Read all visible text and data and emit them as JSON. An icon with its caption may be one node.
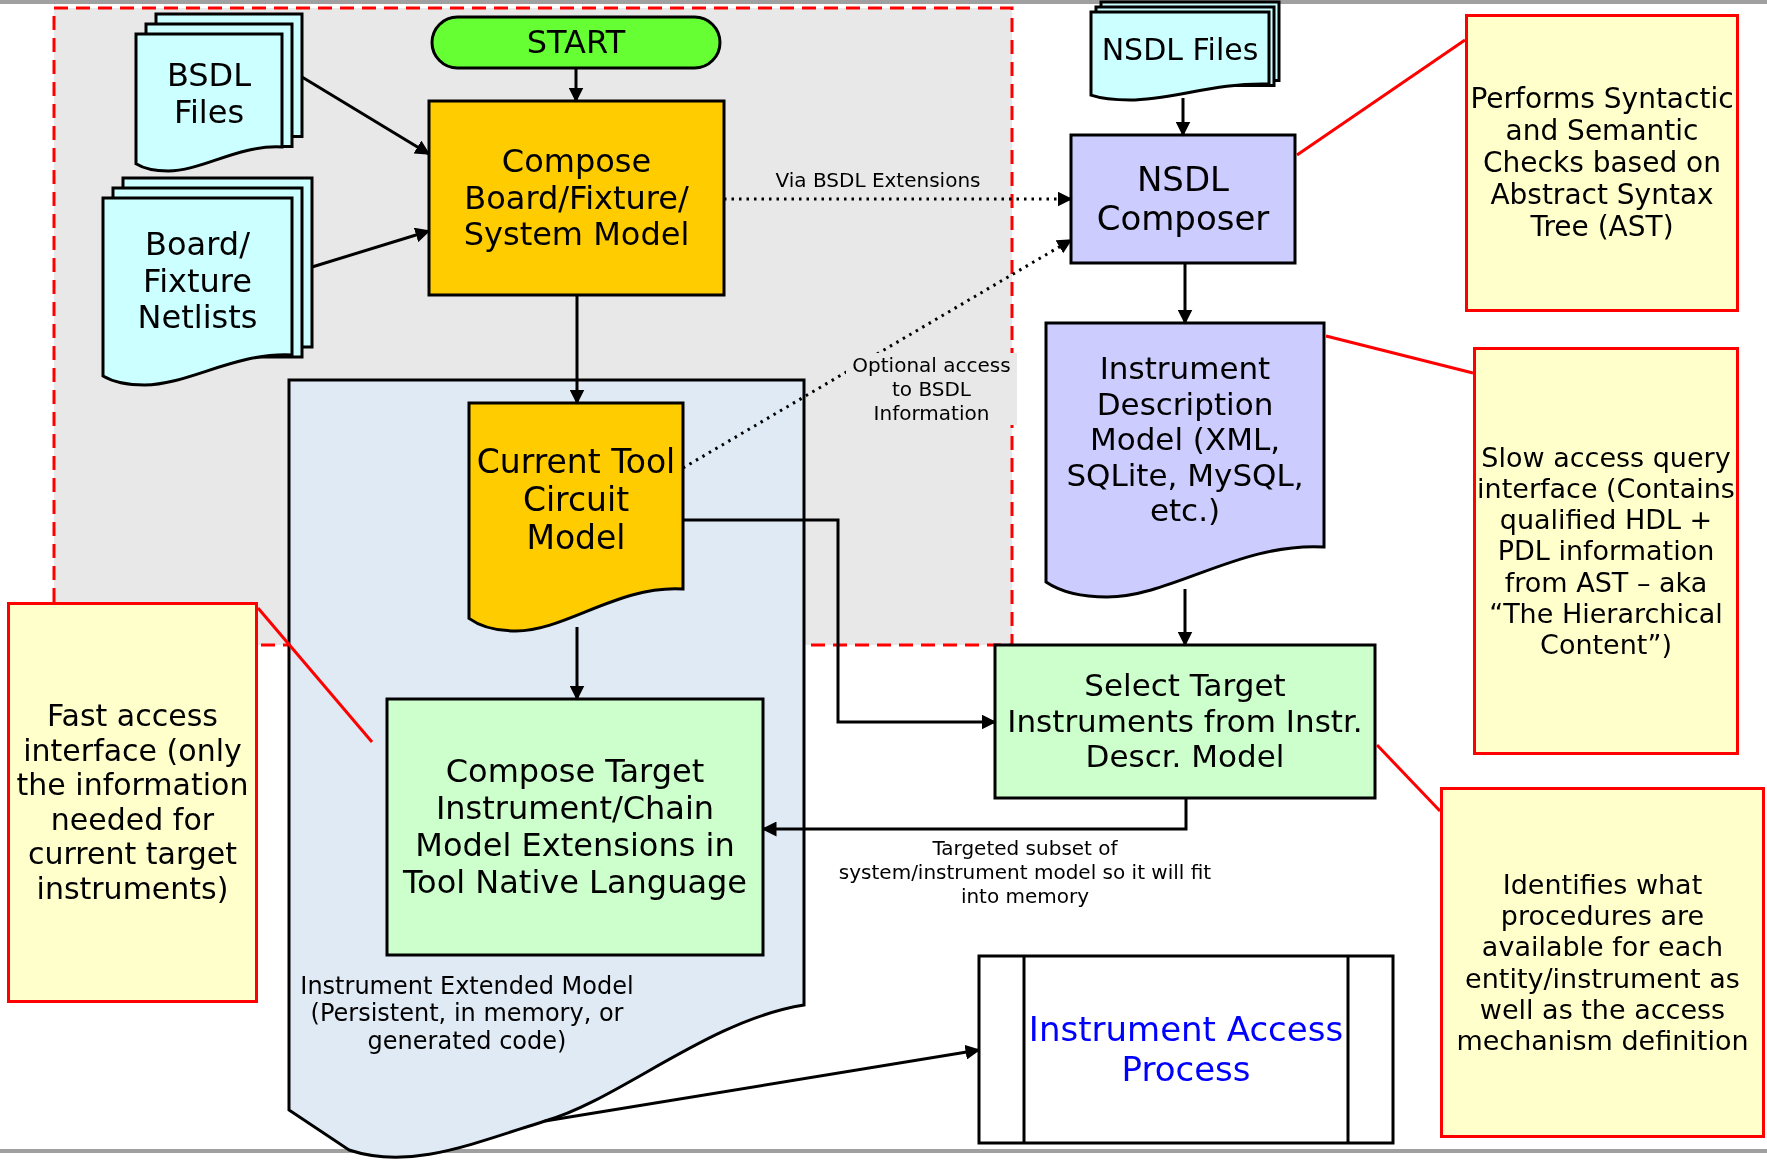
{
  "diagram": {
    "nodes": [
      {
        "text": [
          "START"
        ]
      },
      {
        "text": [
          "BSDL Files"
        ]
      },
      {
        "text": [
          "Board/ Fixture Netlists"
        ]
      },
      {
        "text": [
          "Compose Board/Fixture/ System Model"
        ]
      },
      {
        "text": [
          "NSDL Files"
        ]
      },
      {
        "text": [
          "NSDL Composer"
        ]
      },
      {
        "text": [
          "Performs Syntactic and Semantic Checks based on Abstract Syntax Tree (AST)"
        ]
      },
      {
        "text": [
          "Instrument Description Model (XML, SQLite, MySQL, etc.)"
        ]
      },
      {
        "text": [
          "Slow access query interface (Contains qualified HDL + PDL information from AST – aka “The Hierarchical Content”)"
        ]
      },
      {
        "text": [
          "Instrument Extended Model (Persistent, in memory, or generated code)"
        ]
      },
      {
        "text": [
          "Current Tool Circuit Model"
        ],
        "in": 9
      },
      {
        "text": [
          "Compose Target Instrument/Chain Model Extensions in Tool Native Language"
        ],
        "in": 9
      },
      {
        "text": [
          "Select Target Instruments from Instr. Descr. Model"
        ]
      },
      {
        "text": [
          "Fast access interface (only the information needed for current target instruments)"
        ]
      },
      {
        "text": [
          "Identifies what procedures are available for each entity/instrument as well as the access mechanism definition"
        ]
      },
      {
        "text": [
          "Instrument Access Process"
        ]
      }
    ],
    "edges": [
      {
        "from": 0,
        "to": 3,
        "arrow": "to"
      },
      {
        "from": 1,
        "to": 3,
        "arrow": "to"
      },
      {
        "from": 2,
        "to": 3,
        "arrow": "to"
      },
      {
        "from": 3,
        "to": 5,
        "arrow": "to",
        "label": "Via BSDL Extensions",
        "style": "dashed"
      },
      {
        "from": 3,
        "to": 10,
        "arrow": "to"
      },
      {
        "from": 4,
        "to": 5,
        "arrow": "to"
      },
      {
        "from": 5,
        "to": 7,
        "arrow": "to"
      },
      {
        "from": 7,
        "to": 12,
        "arrow": "to"
      },
      {
        "from": 10,
        "to": 5,
        "arrow": "to",
        "label": "Optional access to BSDL Information",
        "style": "dashed"
      },
      {
        "from": 10,
        "to": 12,
        "arrow": "to"
      },
      {
        "from": 10,
        "to": 11,
        "arrow": "to"
      },
      {
        "from": 12,
        "to": 11,
        "arrow": "to",
        "label": "Targeted subset of system/instrument model so it will fit into memory"
      },
      {
        "from": 9,
        "to": 15,
        "arrow": "to"
      },
      {
        "from": 6,
        "to": 5,
        "arrow": "none",
        "color": "#ff0000"
      },
      {
        "from": 8,
        "to": 7,
        "arrow": "none",
        "color": "#ff0000"
      },
      {
        "from": 14,
        "to": 12,
        "arrow": "none",
        "color": "#ff0000"
      },
      {
        "from": 13,
        "to": 9,
        "arrow": "none",
        "color": "#ff0000"
      }
    ]
  }
}
